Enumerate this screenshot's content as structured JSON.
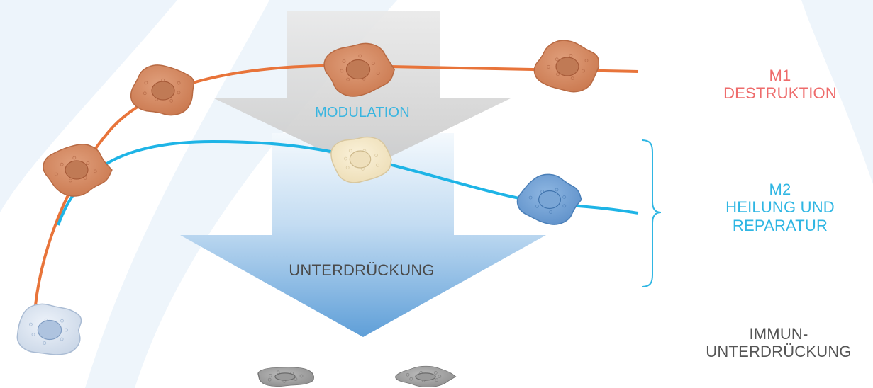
{
  "colors": {
    "m1": "#e8743a",
    "m2": "#1eb4e6",
    "m1_text": "#ee6b6b",
    "m2_text": "#2fb6e3",
    "immun_text": "#555555",
    "center_text": "#4a4a4a",
    "modulation_text": "#39b5e0",
    "swoosh": "#eaf3fb",
    "arrow_gray": "#cfcfcf",
    "arrow_blue": "#6aa8dc"
  },
  "arrows": {
    "modulation": "MODULATION",
    "unterdrueckung": "UNTERDRÜCKUNG"
  },
  "labels": {
    "m1": {
      "title": "M1",
      "subtitle": "DESTRUKTION"
    },
    "m2": {
      "title": "M2",
      "line1": "HEILUNG UND",
      "line2": "REPARATUR"
    },
    "immun": {
      "line1": "IMMUN-",
      "line2": "UNTERDRÜCKUNG"
    }
  },
  "cells": [
    {
      "name": "resting-monocyte-cell",
      "kind": "resting"
    },
    {
      "name": "m1-cell-1",
      "kind": "m1"
    },
    {
      "name": "m1-cell-2",
      "kind": "m1"
    },
    {
      "name": "m1-cell-3",
      "kind": "m1"
    },
    {
      "name": "m1-cell-4",
      "kind": "m1"
    },
    {
      "name": "transitional-cell",
      "kind": "transitional"
    },
    {
      "name": "m2-cell",
      "kind": "m2"
    },
    {
      "name": "suppressed-cell-1",
      "kind": "suppressed"
    },
    {
      "name": "suppressed-cell-2",
      "kind": "suppressed"
    }
  ]
}
